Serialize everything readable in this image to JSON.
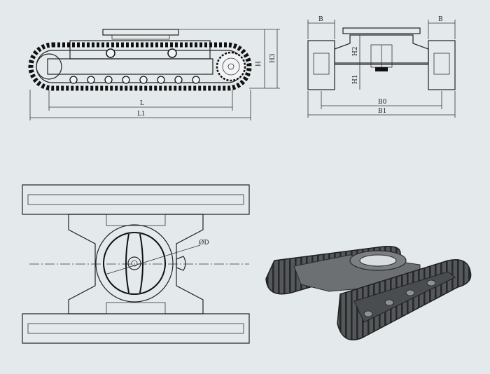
{
  "side_view": {
    "dim_L": "L",
    "dim_L1": "L1",
    "dim_H": "H",
    "dim_H3": "H3"
  },
  "front_view": {
    "dim_B_left": "B",
    "dim_B_right": "B",
    "dim_H1": "H1",
    "dim_H2": "H2",
    "dim_B0": "B0",
    "dim_B1": "B1"
  },
  "top_view": {
    "dim_D": "ØD"
  },
  "colors": {
    "background": "#e4eaec",
    "line": "#222222",
    "photo_track": "#3a3c3e",
    "photo_frame": "#6c7072"
  }
}
